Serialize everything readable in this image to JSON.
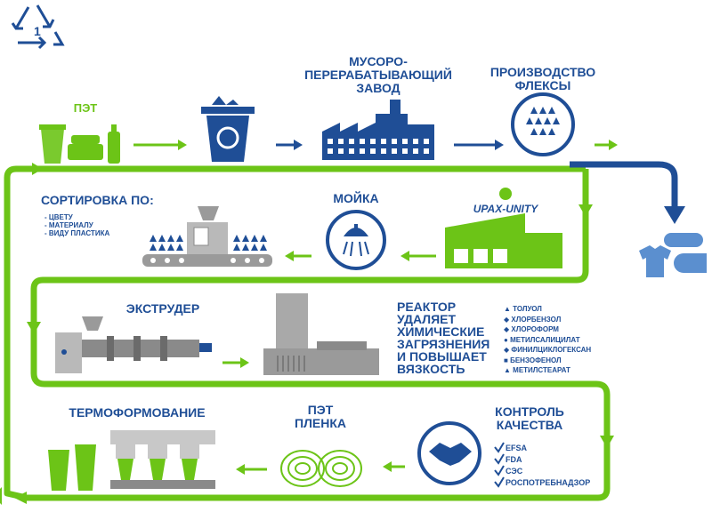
{
  "colors": {
    "green": "#6cc417",
    "blue": "#1f4e96",
    "gray": "#8a8a8a"
  },
  "recycle_symbol": {
    "number": "1",
    "icon": "recycle-triangle-icon"
  },
  "labels": {
    "pet": "ПЭТ",
    "plant": [
      "МУСОРО-",
      "ПЕРЕРАБАТЫВАЮЩИЙ",
      "ЗАВОД"
    ],
    "flakes": [
      "ПРОИЗВОДСТВО",
      "ФЛЕКСЫ"
    ],
    "sorting_title": "СОРТИРОВКА ПО:",
    "sorting_items": [
      "- ЦВЕТУ",
      "- МАТЕРИАЛУ",
      "- ВИДУ ПЛАСТИКА"
    ],
    "washing": "МОЙКА",
    "brand": "UPAX-UNITY",
    "extruder": "ЭКСТРУДЕР",
    "reactor": [
      "РЕАКТОР",
      "УДАЛЯЕТ",
      "ХИМИЧЕСКИЕ",
      "ЗАГРЯЗНЕНИЯ",
      "И ПОВЫШАЕТ",
      "ВЯЗКОСТЬ"
    ],
    "thermo": "ТЕРМОФОРМОВАНИЕ",
    "pet_film": [
      "ПЭТ",
      "ПЛЕНКА"
    ],
    "quality": [
      "КОНТРОЛЬ",
      "КАЧЕСТВА"
    ]
  },
  "chemicals": [
    {
      "marker": "▲",
      "name": "ТОЛУОЛ"
    },
    {
      "marker": "◆",
      "name": "ХЛОРБЕНЗОЛ"
    },
    {
      "marker": "◆",
      "name": "ХЛОРОФОРМ"
    },
    {
      "marker": "●",
      "name": "МЕТИЛСАЛИЦИЛАТ"
    },
    {
      "marker": "◆",
      "name": "ФИНИЛЦИКЛОГЕКСАН"
    },
    {
      "marker": "■",
      "name": "БЕНЗОФЕНОЛ"
    },
    {
      "marker": "▲",
      "name": "МЕТИЛСТЕАРАТ"
    }
  ],
  "certifications": [
    "EFSA",
    "FDA",
    "СЭС",
    "РОСПОТРЕБНАДЗОР"
  ]
}
